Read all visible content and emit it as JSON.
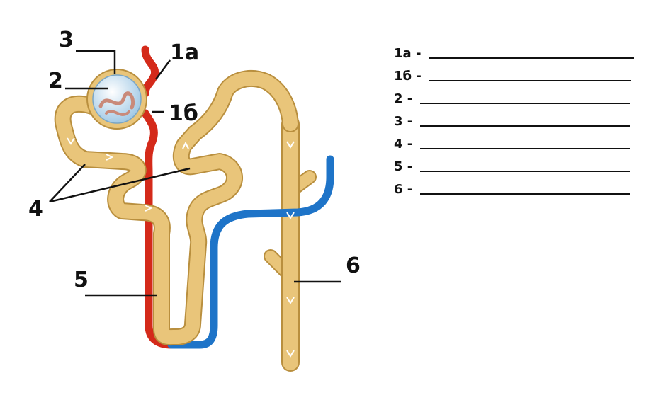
{
  "colors": {
    "tubule": "#e9c57a",
    "tubule_edge": "#b98f3e",
    "artery": "#d42a1a",
    "vein": "#1e74c8",
    "glomerulus": "#cfe6f5"
  },
  "callouts": {
    "c1a": "1a",
    "c1b": "1б",
    "c2": "2",
    "c3": "3",
    "c4": "4",
    "c5": "5",
    "c6": "6"
  },
  "answers": [
    {
      "label": "1a - "
    },
    {
      "label": "1б - "
    },
    {
      "label": "2 - "
    },
    {
      "label": "3 - "
    },
    {
      "label": "4 - "
    },
    {
      "label": "5 - "
    },
    {
      "label": "6 - "
    }
  ]
}
